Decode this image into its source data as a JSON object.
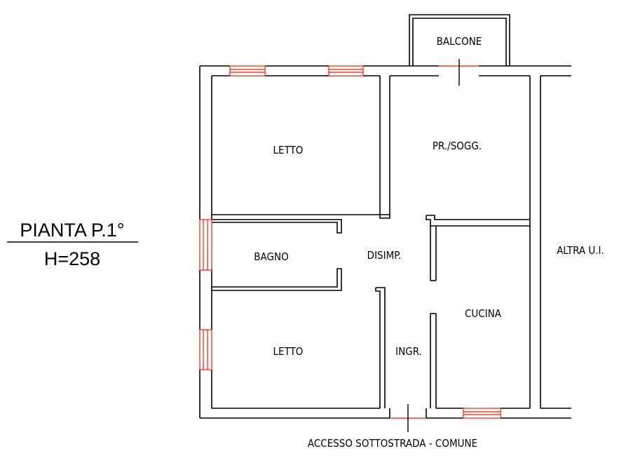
{
  "title": {
    "line1": "PIANTA P.1°",
    "line2": "H=258"
  },
  "rooms": {
    "balcone": "BALCONE",
    "letto_top": "LETTO",
    "pr_sogg": "PR./SOGG.",
    "bagno": "BAGNO",
    "disimp": "DISIMP.",
    "altra_ui": "ALTRA U.I.",
    "cucina": "CUCINA",
    "letto_bottom": "LETTO",
    "ingr": "INGR."
  },
  "access_label": "ACCESSO SOTTOSTRADA - COMUNE",
  "colors": {
    "wall": "#000000",
    "window": "#ff3b1f",
    "background": "#ffffff"
  }
}
